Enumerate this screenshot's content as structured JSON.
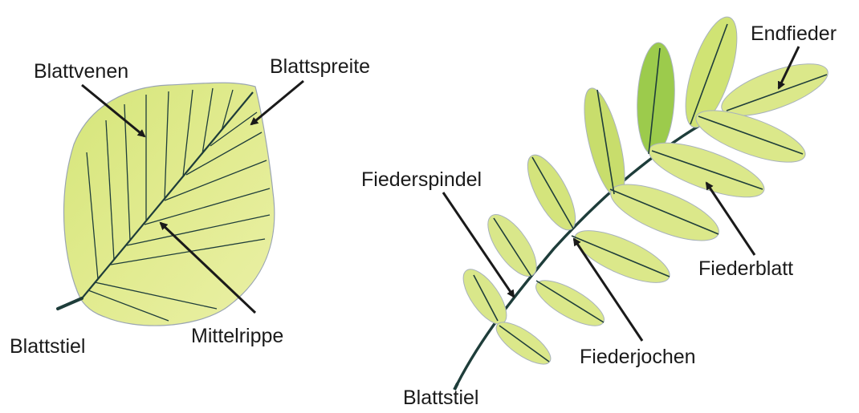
{
  "colors": {
    "leaf_fill": "#dfe989",
    "leaf_fill_light": "#eef4b5",
    "leaf_fill_dark": "#b9d35a",
    "leaf_shade": "#8fc23e",
    "leaf_edge": "#9aa5b2",
    "vein": "#1e3d3a",
    "arrow": "#1a1a1a",
    "label": "#1a1a1a"
  },
  "simple_leaf": {
    "labels": {
      "veins": "Blattvenen",
      "blade": "Blattspreite",
      "petiole": "Blattstiel",
      "midrib": "Mittelrippe"
    }
  },
  "compound_leaf": {
    "labels": {
      "terminal_leaflet": "Endfieder",
      "rachis": "Fiederspindel",
      "leaflet": "Fiederblatt",
      "leaflet_pair": "Fiederjochen",
      "petiole": "Blattstiel"
    }
  }
}
